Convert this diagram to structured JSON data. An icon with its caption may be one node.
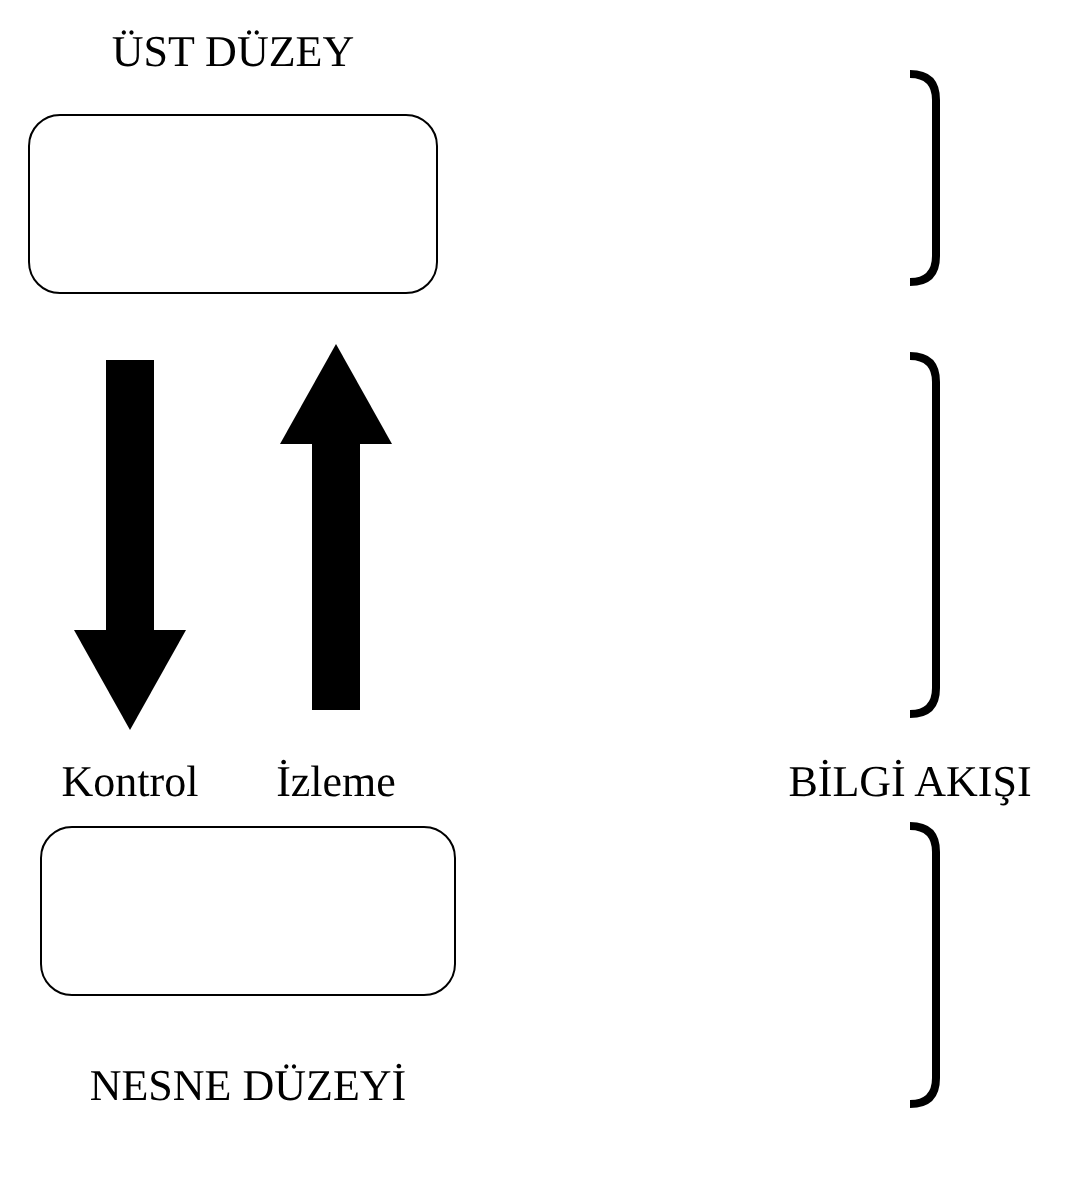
{
  "diagram": {
    "nodes": [
      {
        "text": [
          "ÜST DÜZEY"
        ]
      },
      {
        "text": [
          "NESNE DÜZEYİ"
        ]
      }
    ],
    "edges": [
      {
        "from": 0,
        "to": 1,
        "arrow": "to",
        "label": "Kontrol"
      },
      {
        "from": 1,
        "to": 0,
        "arrow": "to",
        "label": "İzleme"
      }
    ],
    "labels": [
      "BİLGİ AKIŞI"
    ]
  }
}
